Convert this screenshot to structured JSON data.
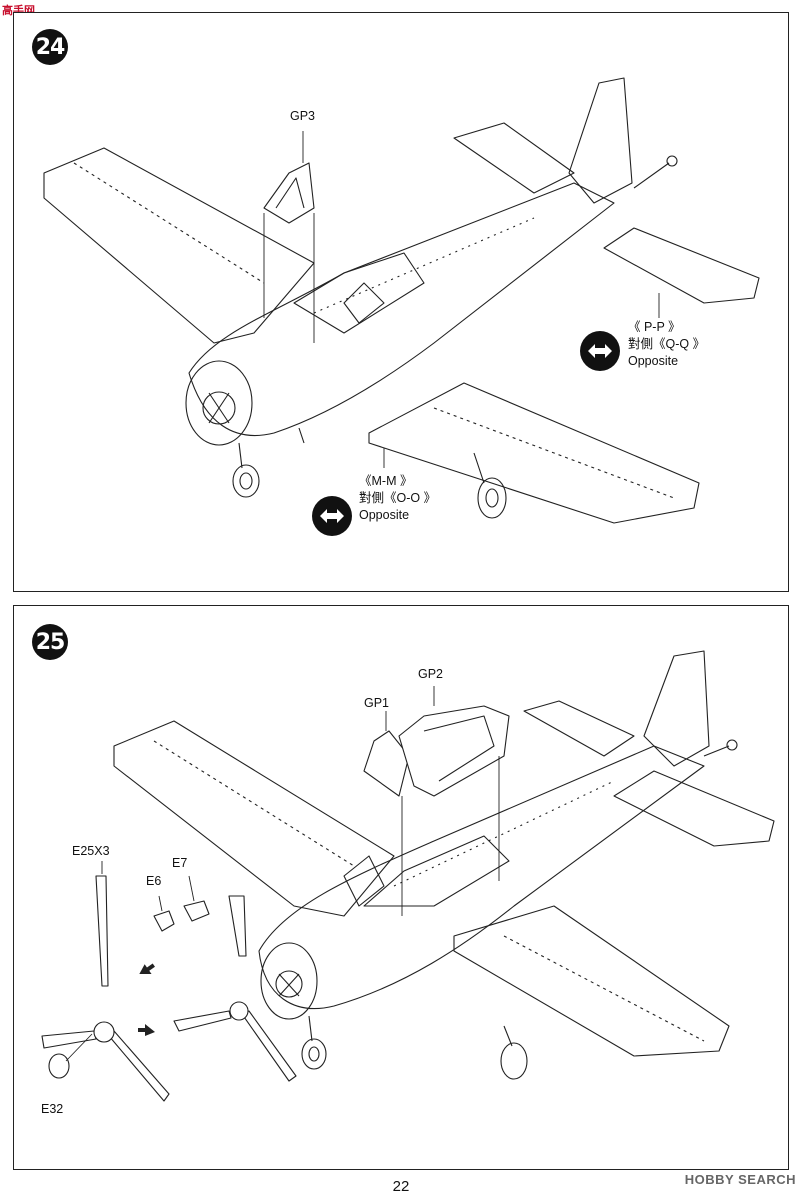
{
  "watermark_top": "高手网",
  "watermark_bottom": "HOBBY SEARCH",
  "page_number": "22",
  "steps": [
    {
      "number": "24",
      "parts": {
        "canopy": "GP3"
      },
      "note_upper": {
        "line1": "《 P-P 》",
        "line2": "對側《Q-Q 》",
        "line3": "Opposite"
      },
      "note_lower": {
        "line1": "《M-M 》",
        "line2": "對側《O-O 》",
        "line3": "Opposite"
      }
    },
    {
      "number": "25",
      "parts": {
        "canopy_front": "GP1",
        "canopy_rear": "GP2",
        "propeller": "E25X3",
        "part_e6": "E6",
        "part_e7": "E7",
        "spinner": "E32"
      }
    }
  ],
  "icons": [
    "opposite-side-icon",
    "arrow-icon"
  ]
}
